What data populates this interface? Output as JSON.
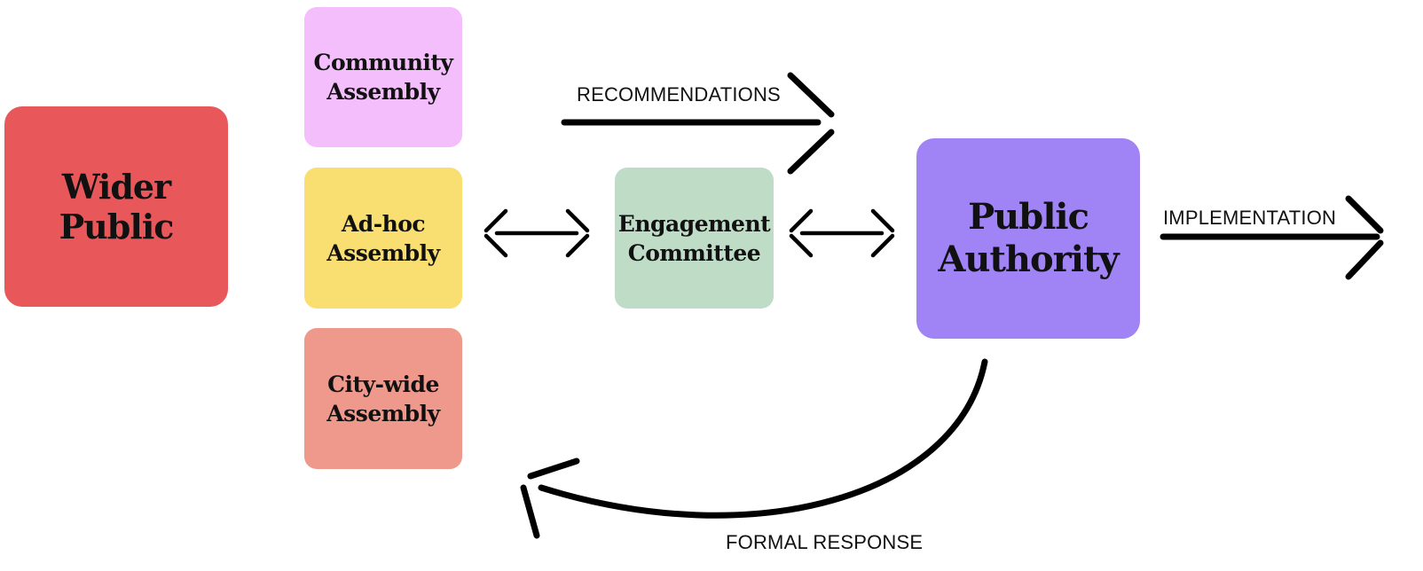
{
  "nodes": {
    "wider_public": {
      "label": "Wider Public",
      "color": "#e8585b"
    },
    "community_assembly": {
      "line1": "Community",
      "line2": "Assembly",
      "color": "#f4bdfb"
    },
    "adhoc_assembly": {
      "line1": "Ad-hoc",
      "line2": "Assembly",
      "color": "#f9df71"
    },
    "citywide_assembly": {
      "line1": "City-wide",
      "line2": "Assembly",
      "color": "#ef998c"
    },
    "engagement_committee": {
      "line1": "Engagement",
      "line2": "Committee",
      "color": "#bfdcc7"
    },
    "public_authority": {
      "line1": "Public",
      "line2": "Authority",
      "color": "#a084f5"
    }
  },
  "edges": {
    "recommendations": "RECOMMENDATIONS",
    "implementation": "IMPLEMENTATION",
    "formal_response": "FORMAL RESPONSE"
  }
}
